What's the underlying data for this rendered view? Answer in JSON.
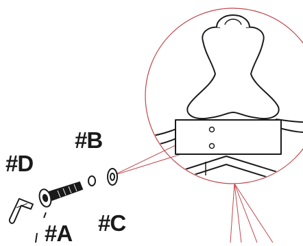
{
  "labels": {
    "a": "#A",
    "b": "#B",
    "c": "#C",
    "d": "#D"
  },
  "parts": {
    "a": "bolt",
    "b": "lock-washer",
    "c": "flat-washer",
    "d": "hex-key"
  },
  "colors": {
    "line_art": "#1a1a1a",
    "callout": "#c0464c"
  }
}
